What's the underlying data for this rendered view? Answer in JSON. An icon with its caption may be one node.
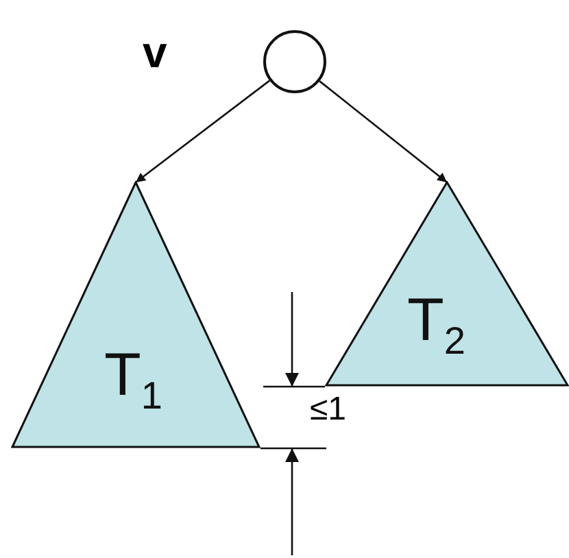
{
  "diagram": {
    "nodes": [
      {
        "text": [],
        "shape": "circle",
        "beside": [
          "v"
        ]
      },
      {
        "text": [
          "T$_{1}$"
        ]
      },
      {
        "text": [
          "T$_{2}$"
        ]
      }
    ],
    "edges": [
      {
        "from": 0,
        "to": 1,
        "arrow": "to"
      },
      {
        "from": 0,
        "to": 2,
        "arrow": "to"
      }
    ],
    "labels": [
      "≤1"
    ]
  }
}
